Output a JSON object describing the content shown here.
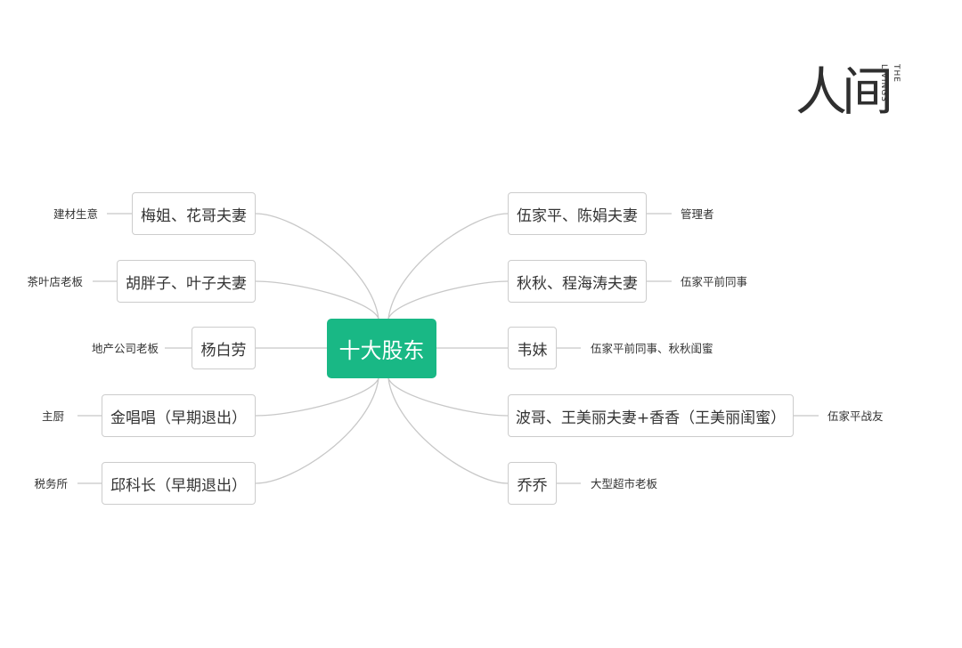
{
  "root": {
    "label": "十大股东"
  },
  "logo": {
    "main": "人间",
    "sub": "THE LIVINGS"
  },
  "left_branches": [
    {
      "label": "梅姐、花哥夫妻",
      "note": "建材生意"
    },
    {
      "label": "胡胖子、叶子夫妻",
      "note": "茶叶店老板"
    },
    {
      "label": "杨白劳",
      "note": "地产公司老板"
    },
    {
      "label": "金唱唱（早期退出）",
      "note": "主厨"
    },
    {
      "label": "邱科长（早期退出）",
      "note": "税务所"
    }
  ],
  "right_branches": [
    {
      "label": "伍家平、陈娟夫妻",
      "note": "管理者"
    },
    {
      "label": "秋秋、程海涛夫妻",
      "note": "伍家平前同事"
    },
    {
      "label": "韦妹",
      "note": "伍家平前同事、秋秋闺蜜"
    },
    {
      "label": "波哥、王美丽夫妻+香香（王美丽闺蜜）",
      "note": "伍家平战友"
    },
    {
      "label": "乔乔",
      "note": "大型超市老板"
    }
  ],
  "colors": {
    "root_fill": "#19b885",
    "line": "#c8c8c8",
    "node_border": "#cccccc"
  }
}
